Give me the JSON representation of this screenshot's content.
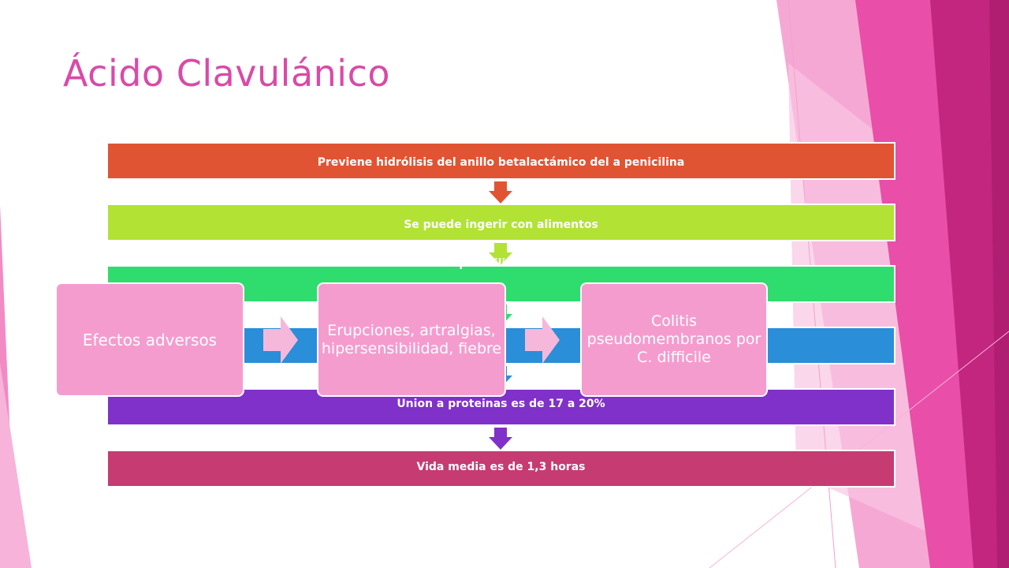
{
  "slide": {
    "title": "Ácido Clavulánico"
  },
  "process": {
    "steps": [
      {
        "label": "Previene hidrólisis del anillo betalactámico del a penicilina",
        "color": "#e15433"
      },
      {
        "label": "Se puede ingerir con alimentos",
        "color": "#b2e234"
      },
      {
        "label": "Su biodisponibilidad es de 75 %",
        "color": "#2fdc6e"
      },
      {
        "label": "",
        "color": "#2a8ed8"
      },
      {
        "label": "Union a proteinas es de 17 a 20%",
        "color": "#8031c9"
      },
      {
        "label": "Vida media es de 1,3 horas",
        "color": "#c53b72"
      }
    ]
  },
  "adverse": {
    "heading": "Efectos adversos",
    "item1": "Erupciones, artralgias, hipersensibilidad, fiebre",
    "item2": "Colitis pseudomembranos por C. difficile",
    "box_color": "#f59ccf"
  },
  "theme": {
    "accent": "#d94aa8",
    "magenta_dark": "#c2267e",
    "pink_light": "#f5a6d2"
  }
}
